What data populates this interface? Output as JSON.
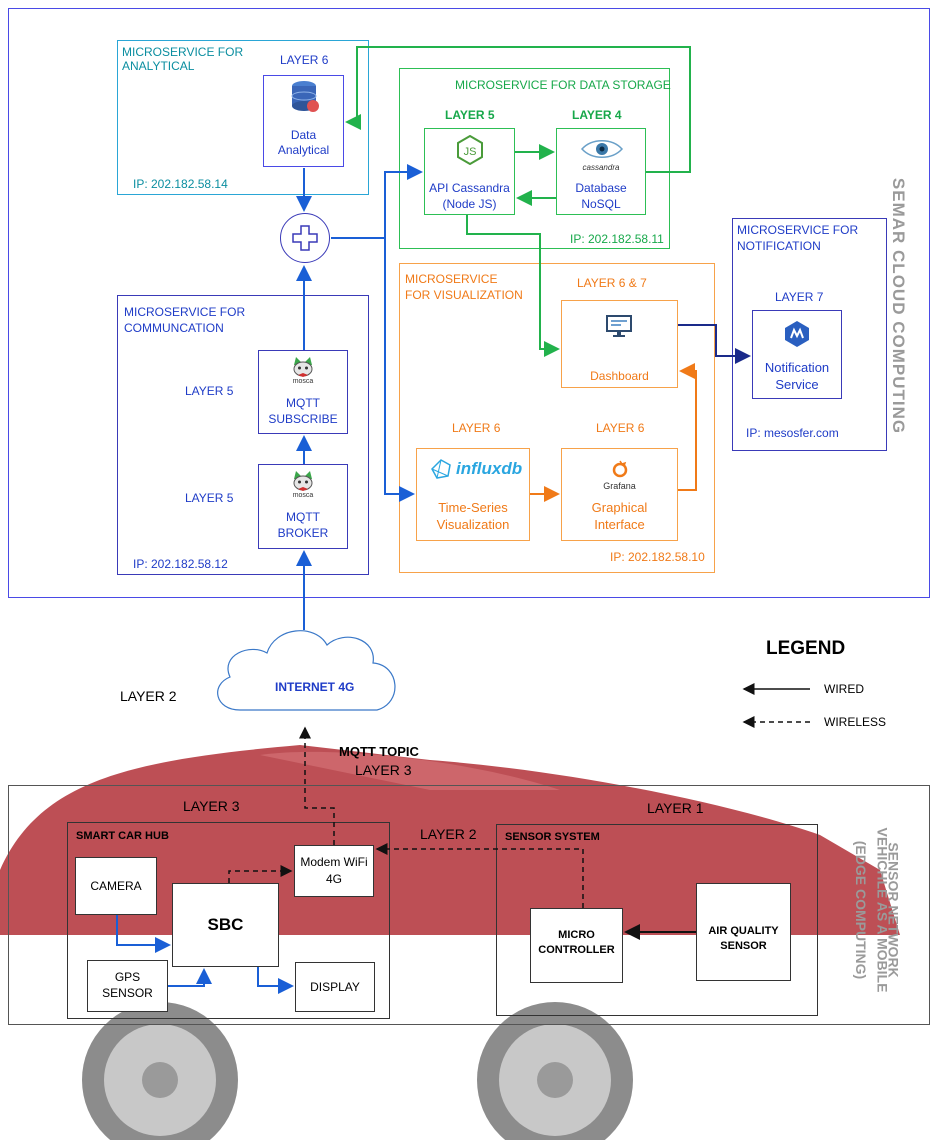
{
  "cloud": {
    "side_title": "SEMAR CLOUD COMPUTING",
    "analytical": {
      "title_line1": "MICROSERVICE FOR",
      "title_line2": "ANALYTICAL",
      "layer": "LAYER  6",
      "node_line1": "Data",
      "node_line2": "Analytical",
      "ip": "IP: 202.182.58.14"
    },
    "storage": {
      "title": "MICROSERVICE FOR DATA STORAGE",
      "layer_api": "LAYER  5",
      "layer_db": "LAYER 4",
      "api_line1": "API Cassandra",
      "api_line2": "(Node JS)",
      "db_logo": "cassandra",
      "db_line1": "Database",
      "db_line2": "NoSQL",
      "ip": "IP: 202.182.58.11"
    },
    "communication": {
      "title_line1": "MICROSERVICE FOR",
      "title_line2": "COMMUNCATION",
      "layer_sub": "LAYER  5",
      "layer_broker": "LAYER  5",
      "sub_line1": "MQTT",
      "sub_line2": "SUBSCRIBE",
      "broker_line1": "MQTT",
      "broker_line2": "BROKER",
      "mosca": "mosca",
      "ip": "IP: 202.182.58.12"
    },
    "visualization": {
      "title_line1": "MICROSERVICE",
      "title_line2": "FOR VISUALIZATION",
      "layer_dash": "LAYER  6 & 7",
      "layer_influx": "LAYER 6",
      "layer_grafana": "LAYER 6",
      "dashboard": "Dashboard",
      "influx_logo": "influxdb",
      "influx_line1": "Time-Series",
      "influx_line2": "Visualization",
      "grafana_logo": "Grafana",
      "grafana_line1": "Graphical",
      "grafana_line2": "Interface",
      "ip": "IP: 202.182.58.10"
    },
    "notification": {
      "title_line1": "MICROSERVICE FOR",
      "title_line2": "NOTIFICATION",
      "layer": "LAYER  7",
      "node_line1": "Notification",
      "node_line2": "Service",
      "ip": "IP: mesosfer.com"
    }
  },
  "middle": {
    "layer2": "LAYER  2",
    "internet": "INTERNET 4G",
    "mqtt_topic": "MQTT TOPIC",
    "layer3": "LAYER  3"
  },
  "legend": {
    "title": "LEGEND",
    "wired": "WIRED",
    "wireless": "WIRELESS"
  },
  "edge": {
    "side_line1": "VEHICHLE AS A MOBILE",
    "side_line2": "SENSOR NETWORK",
    "side_line3": "(EDGE COMPUTING)",
    "layer3": "LAYER  3",
    "layer1": "LAYER  1",
    "layer2": "LAYER  2",
    "hub_title": "SMART CAR HUB",
    "camera": "CAMERA",
    "sbc": "SBC",
    "gps_line1": "GPS",
    "gps_line2": "SENSOR",
    "display": "DISPLAY",
    "modem_line1": "Modem WiFi",
    "modem_line2": "4G",
    "sensor_title": "SENSOR SYSTEM",
    "micro_line1": "MICRO",
    "micro_line2": "CONTROLLER",
    "air_line1": "AIR QUALITY",
    "air_line2": "SENSOR"
  },
  "colors": {
    "cloud_border": "#4a4ae6",
    "analytical": "#2aa6d6",
    "storage": "#2dbf55",
    "visualization": "#f7a24a",
    "arrow_blue": "#1a5fd6",
    "arrow_green": "#22b24c",
    "arrow_orange": "#f07a18",
    "car": "#b63c42"
  }
}
